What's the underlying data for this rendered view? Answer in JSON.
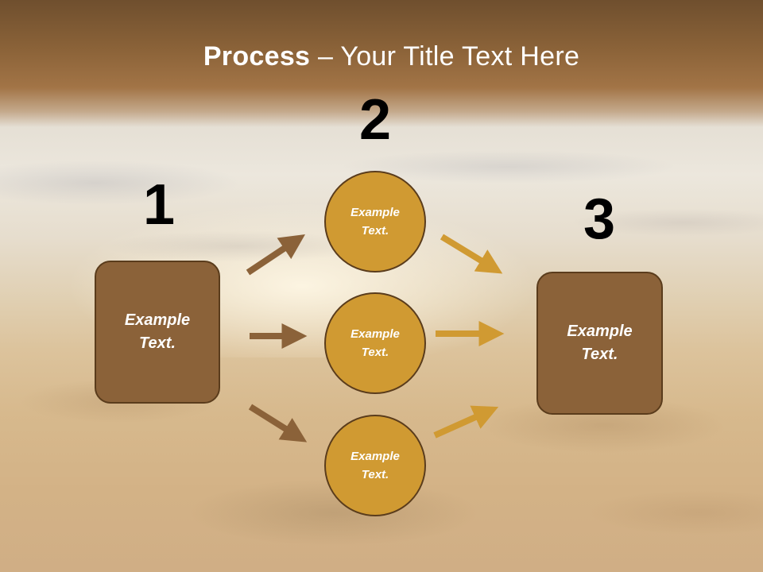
{
  "title": {
    "bold": "Process",
    "rest": " – Your Title Text Here"
  },
  "steps": {
    "num1": "1",
    "num2": "2",
    "num3": "3"
  },
  "nodes": {
    "left_box": "Example\nText.",
    "circle_top": "Example\nText.",
    "circle_middle": "Example\nText.",
    "circle_bottom": "Example\nText.",
    "right_box": "Example\nText."
  },
  "colors": {
    "title_bar": "#8a6238",
    "box_fill": "#8b6239",
    "circle_fill": "#d09a32",
    "arrow_brown": "#8b6239",
    "arrow_gold": "#d09a32",
    "outline": "#5a3c1c"
  }
}
